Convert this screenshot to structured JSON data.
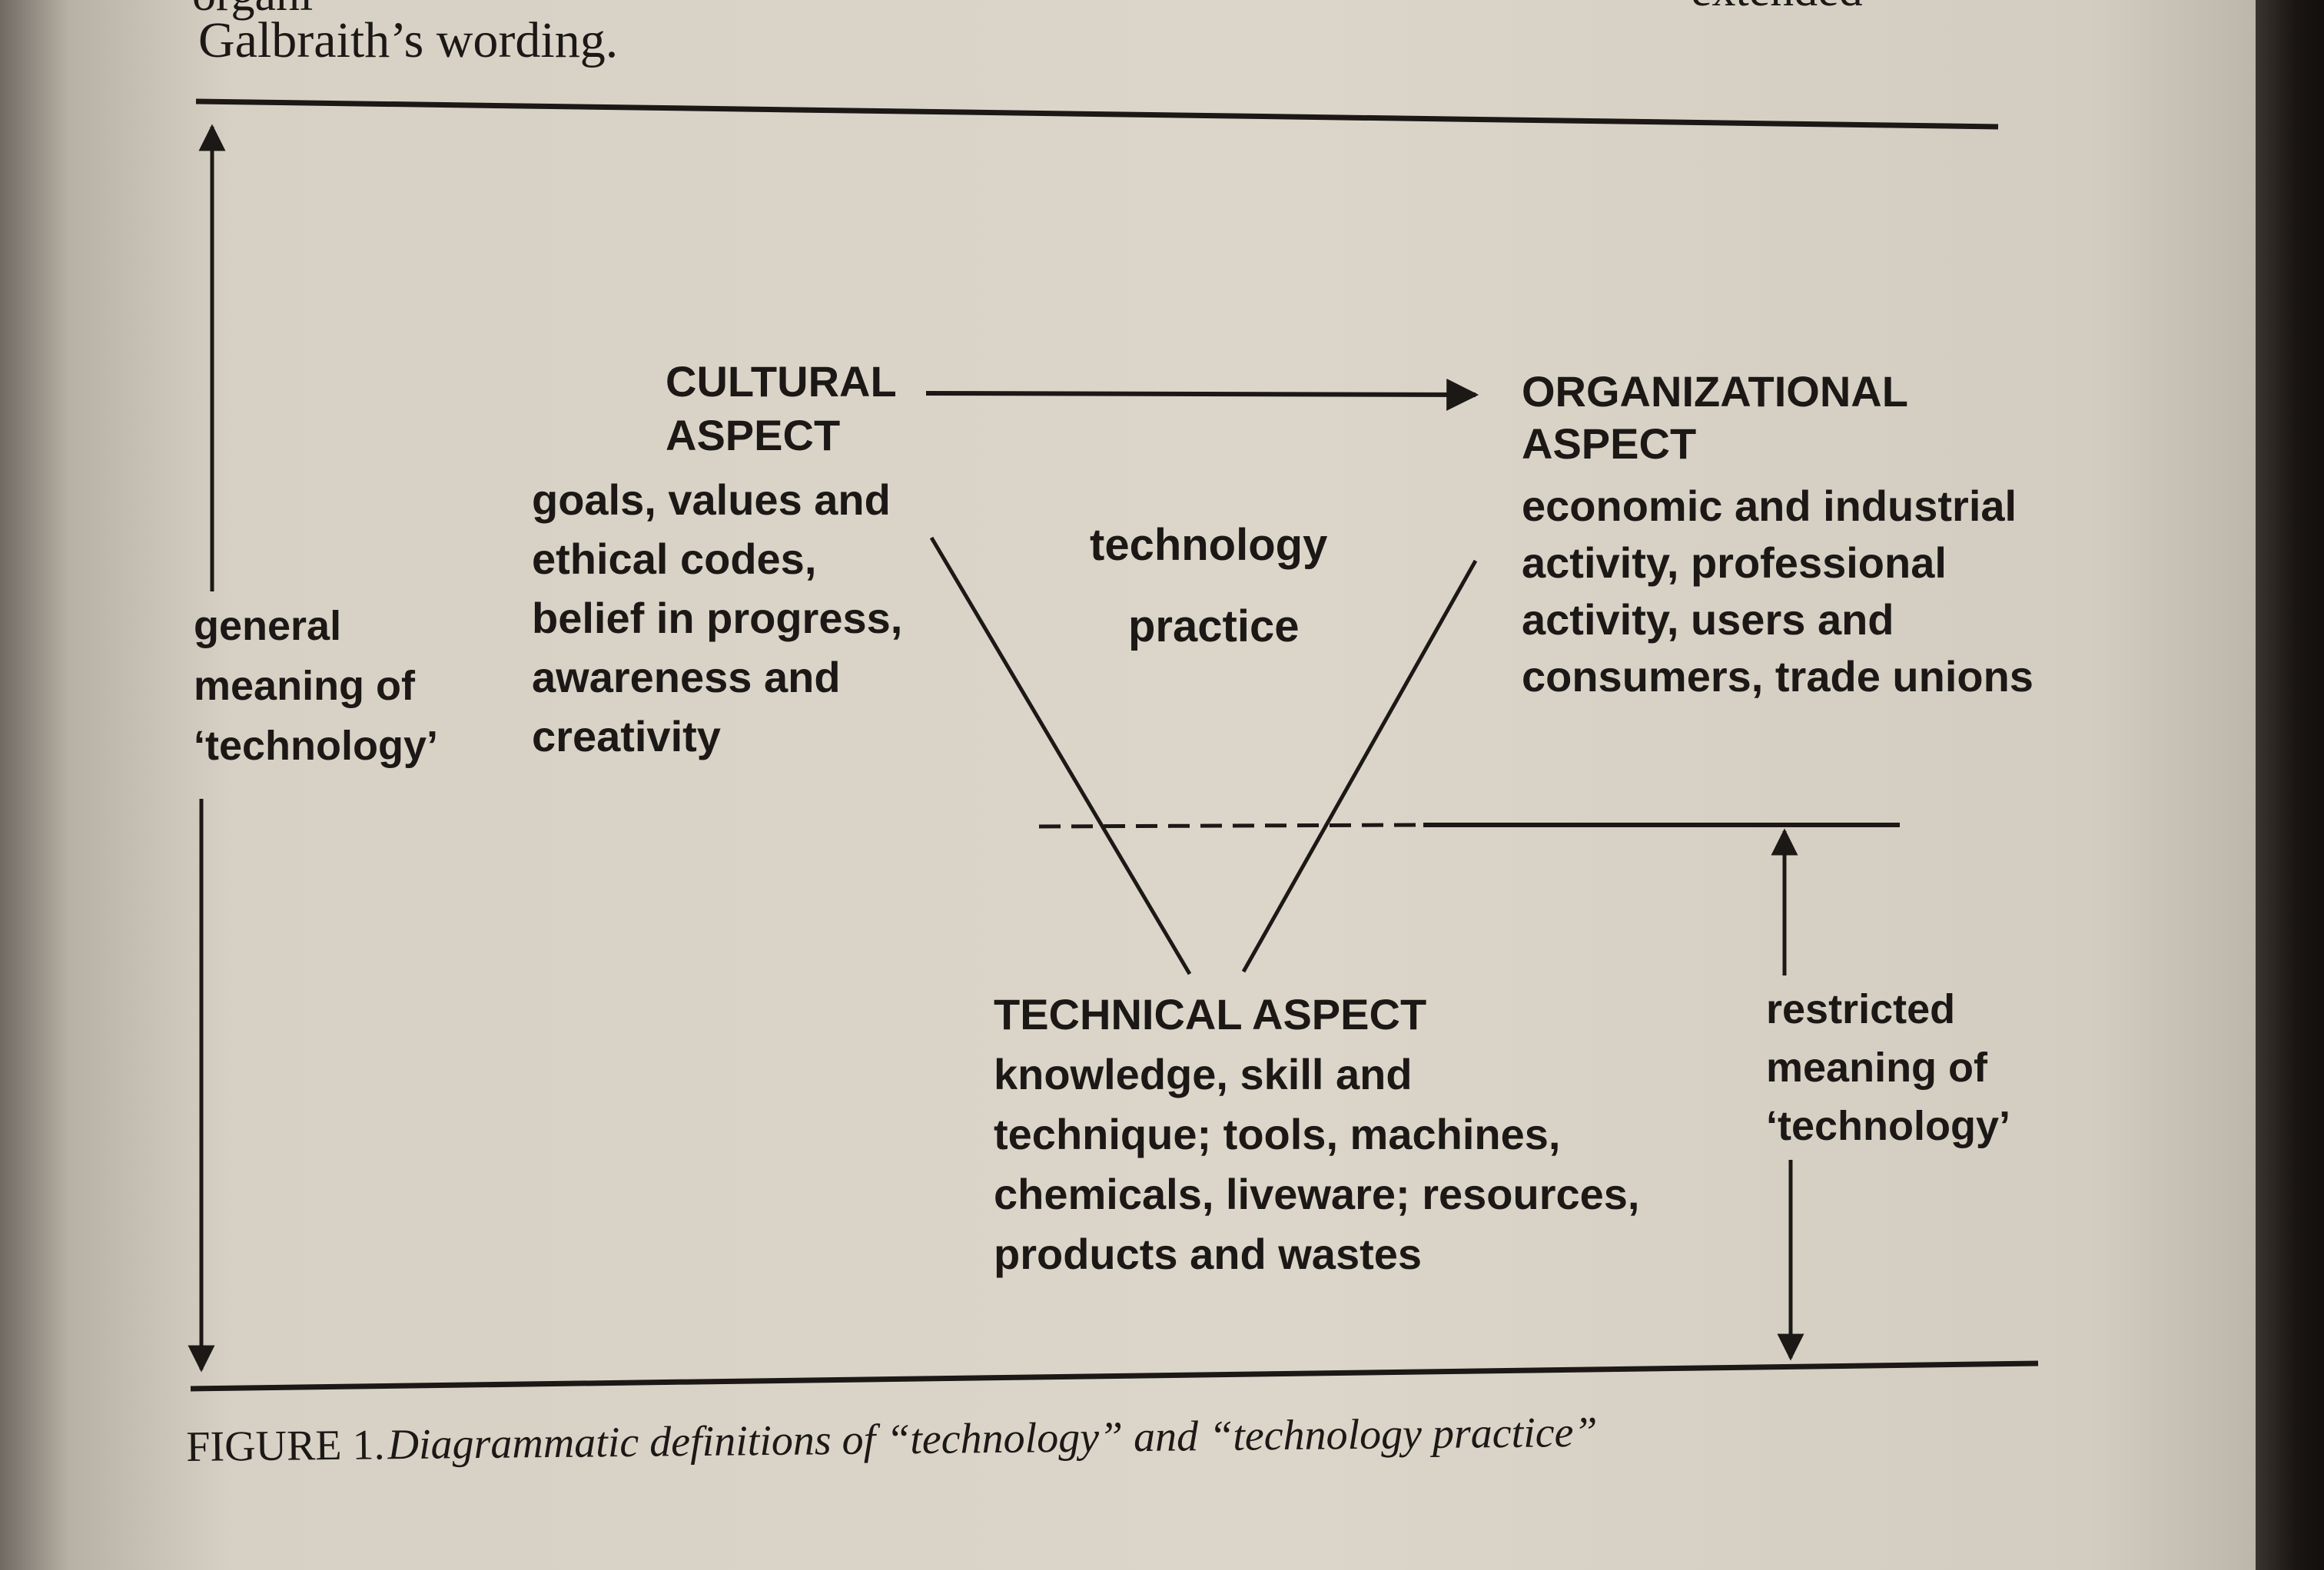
{
  "header_text": {
    "cropped_top_word": "organi",
    "cropped_top_right": "extended",
    "line": "Galbraith’s wording."
  },
  "diagram": {
    "cultural": {
      "title_lines": [
        "CULTURAL",
        "ASPECT"
      ],
      "body_lines": [
        "goals, values and",
        "ethical codes,",
        "belief in progress,",
        "awareness and",
        "creativity"
      ]
    },
    "organizational": {
      "title_lines": [
        "ORGANIZATIONAL",
        "ASPECT"
      ],
      "body_lines": [
        "economic and industrial",
        "activity, professional",
        "activity, users and",
        "consumers, trade unions"
      ]
    },
    "technical": {
      "title_lines": [
        "TECHNICAL ASPECT"
      ],
      "body_lines": [
        "knowledge, skill and",
        "technique; tools, machines,",
        "chemicals, liveware; resources,",
        "products and wastes"
      ]
    },
    "center": {
      "line1": "technology",
      "line2": "practice"
    },
    "general_meaning": {
      "lines": [
        "general",
        "meaning of",
        "‘technology’"
      ]
    },
    "restricted_meaning": {
      "lines": [
        "restricted",
        "meaning of",
        "‘technology’"
      ]
    }
  },
  "caption": {
    "label": "FIGURE 1.",
    "text": "Diagrammatic definitions of “technology” and “technology practice”"
  },
  "colors": {
    "ink": "#1b1816",
    "paper": "#dcd6ca"
  }
}
